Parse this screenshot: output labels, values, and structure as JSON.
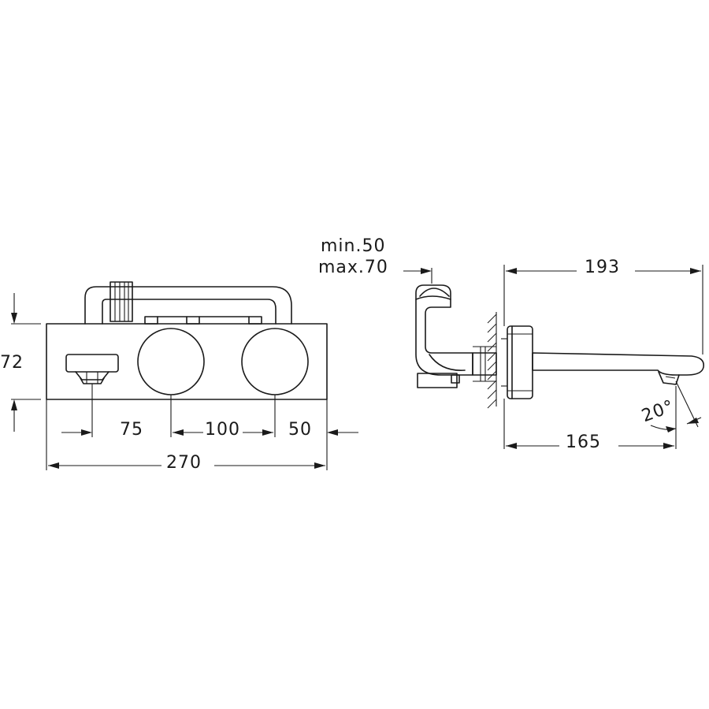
{
  "drawing": {
    "front_view": {
      "height": "72",
      "spacing": [
        "75",
        "100",
        "50"
      ],
      "overall_width": "270"
    },
    "side_view": {
      "wall_depth_min": "min.50",
      "wall_depth_max": "max.70",
      "overall_depth": "193",
      "spout_reach": "165",
      "spout_angle": "20°"
    }
  }
}
